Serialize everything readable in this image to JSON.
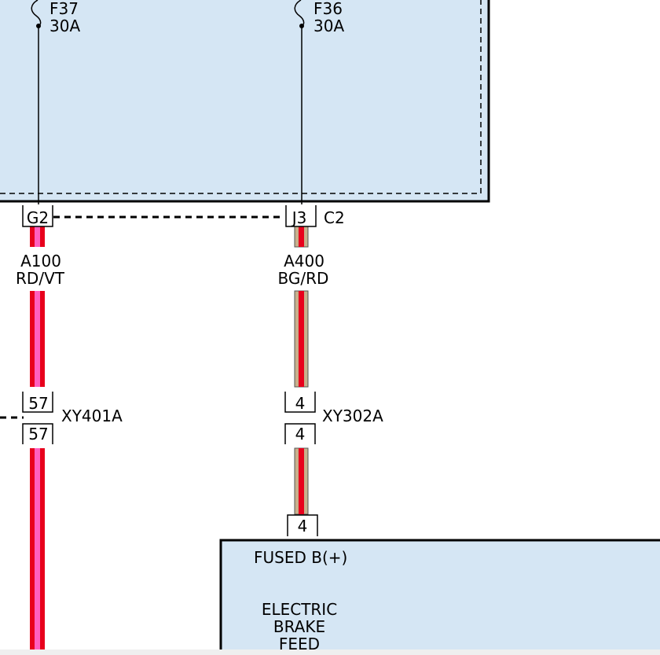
{
  "fuses": [
    {
      "name": "F37",
      "rating": "30A"
    },
    {
      "name": "F36",
      "rating": "30A"
    }
  ],
  "connector_top": {
    "left_pin": "G2",
    "right_pin": "J3",
    "name": "C2"
  },
  "wires": [
    {
      "circuit": "A100",
      "color_code": "RD/VT",
      "base_color": "#e8001c",
      "tracer_color": "#ff5fbf"
    },
    {
      "circuit": "A400",
      "color_code": "BG/RD",
      "base_color": "#c8b08c",
      "tracer_color": "#e8001c"
    }
  ],
  "inline_connectors": [
    {
      "name": "XY401A",
      "pin_top": "57",
      "pin_bottom": "57"
    },
    {
      "name": "XY302A",
      "pin_top": "4",
      "pin_bottom": "4"
    }
  ],
  "module": {
    "pin": "4",
    "label_top": "FUSED B(+)",
    "label_lines": [
      "ELECTRIC",
      "BRAKE",
      "FEED"
    ]
  },
  "colors": {
    "box_fill": "#d5e6f4",
    "outline": "#000000"
  }
}
